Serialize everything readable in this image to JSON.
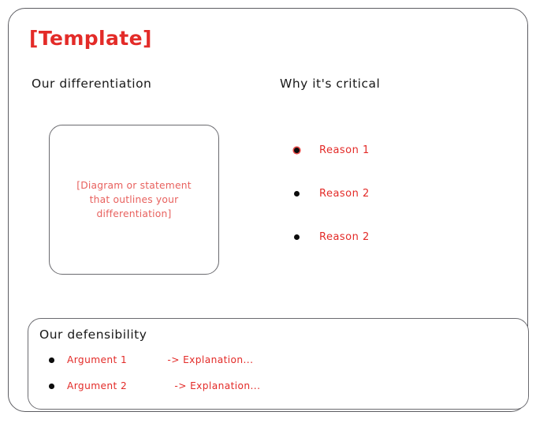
{
  "slide": {
    "title": "[Template]",
    "frame_border_color": "#5d5d62",
    "accent_red": "#e32b28",
    "muted_red": "#e8615e",
    "text_black": "#181818"
  },
  "columns": {
    "left_heading": "Our differentiation",
    "right_heading": "Why it's critical"
  },
  "diagram": {
    "placeholder_line_1": "[Diagram or statement",
    "placeholder_line_2": "that outlines your",
    "placeholder_line_3": "differentiation]"
  },
  "reasons": [
    {
      "label": "Reason 1"
    },
    {
      "label": "Reason 2"
    },
    {
      "label": "Reason 2"
    }
  ],
  "defensibility": {
    "heading": "Our defensibility",
    "arguments": [
      {
        "label": "Argument 1",
        "explanation": "-> Explanation..."
      },
      {
        "label": "Argument 2",
        "explanation": "-> Explanation..."
      }
    ]
  }
}
